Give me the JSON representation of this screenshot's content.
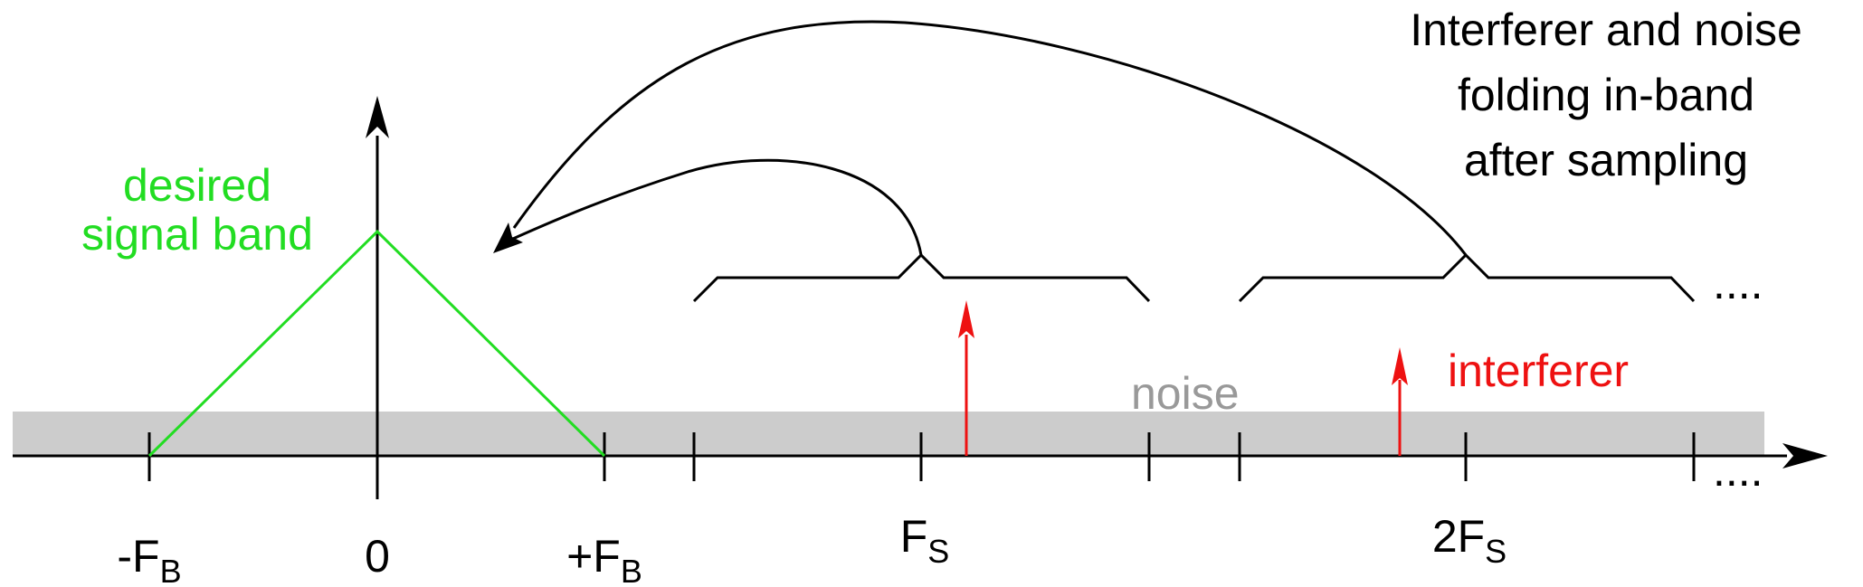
{
  "annotation": {
    "lines": [
      "Interferer and noise",
      "folding in-band",
      "after sampling"
    ]
  },
  "signal_label": {
    "lines": [
      "desired",
      "signal band"
    ]
  },
  "noise_label": "noise",
  "interferer_label": "interferer",
  "ellipsis": "....",
  "ticks": {
    "neg_fb": {
      "prefix": "-F",
      "sub": "B"
    },
    "zero": "0",
    "pos_fb": {
      "prefix": "+F",
      "sub": "B"
    },
    "fs": {
      "prefix": "F",
      "sub": "S"
    },
    "two_fs": {
      "prefix": "2F",
      "sub": "S"
    }
  },
  "colors": {
    "signal": "#22dd22",
    "interferer": "#ee1111",
    "noise_band": "#cccccc",
    "noise_text": "#999999",
    "axis": "#000000"
  }
}
